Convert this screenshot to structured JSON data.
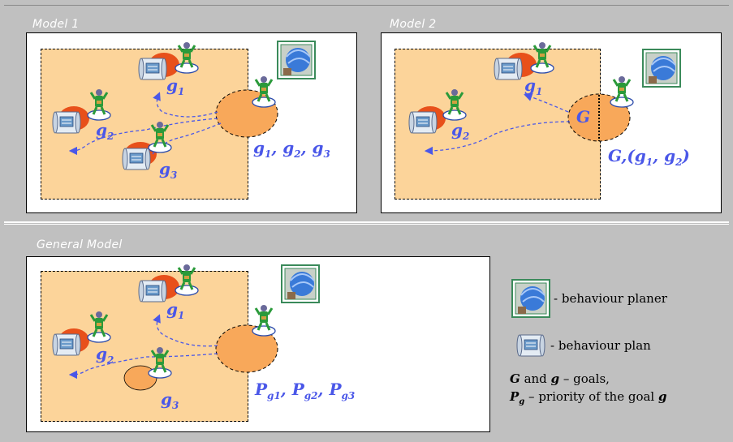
{
  "panels": {
    "model1": {
      "title": "Model 1",
      "labels": {
        "g1": "g",
        "g1s": "1",
        "g2": "g",
        "g2s": "2",
        "g3": "g",
        "g3s": "3",
        "goals": [
          "g",
          "1",
          ", g",
          "2",
          ", g",
          "3"
        ]
      }
    },
    "model2": {
      "title": "Model 2",
      "labels": {
        "g1": "g",
        "g1s": "1",
        "g2": "g",
        "g2s": "2",
        "G": "G",
        "goals_prefix": "G,(",
        "goals_g1": "g",
        "goals_g1s": "1",
        "goals_sep": ", ",
        "goals_g2": "g",
        "goals_g2s": "2",
        "goals_suffix": ")"
      }
    },
    "general": {
      "title": "General Model",
      "labels": {
        "g1": "g",
        "g1s": "1",
        "g2": "g",
        "g2s": "2",
        "g3": "g",
        "g3s": "3",
        "p1": "P",
        "p1s": "g1",
        "p2": "P",
        "p2s": "g2",
        "p3": "P",
        "p3s": "g3"
      }
    }
  },
  "legend": {
    "planer": "- behaviour planer",
    "plan": "- behaviour plan",
    "goals_G": "G",
    "goals_and": " and ",
    "goals_g": "g",
    "goals_rest": " – goals,",
    "priority_P": "P",
    "priority_sub": "g",
    "priority_rest": " – priority of the goal ",
    "priority_g": "g"
  },
  "colors": {
    "background": "#c0c0c0",
    "region": "#fcd49a",
    "goal_label": "#4a57e8",
    "red_ellipse": "#e8501a",
    "orange_ellipse": "#f8a85a",
    "frame": "#3a8a5a"
  },
  "icons": [
    "robot-agent-icon",
    "behaviour-plan-scroll-icon",
    "behaviour-planer-head-icon"
  ]
}
